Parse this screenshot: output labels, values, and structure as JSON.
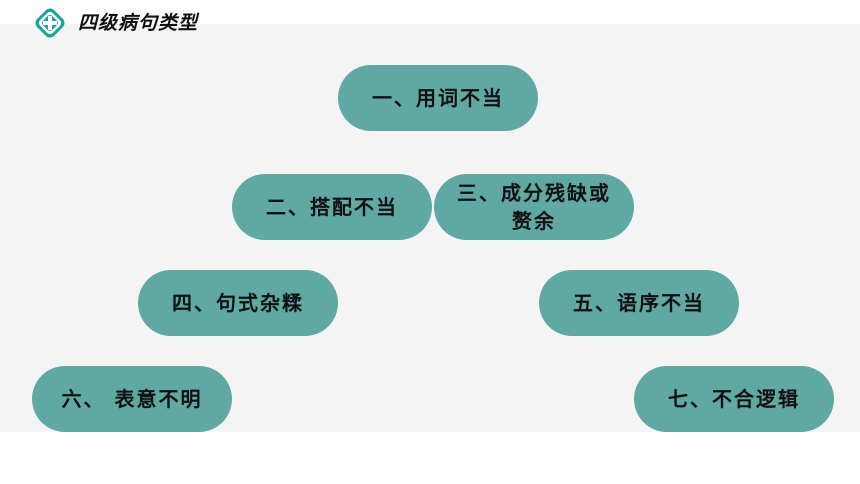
{
  "header": {
    "title": "四级病句类型",
    "logo_icon": "medical-cross-icon",
    "accent_color": "#1aa39b"
  },
  "categories": [
    {
      "label": "一、用词不当"
    },
    {
      "label": "二、搭配不当"
    },
    {
      "label": "三、成分残缺或赘余"
    },
    {
      "label": "四、句式杂糅"
    },
    {
      "label": "五、语序不当"
    },
    {
      "label": "六、 表意不明"
    },
    {
      "label": "七、不合逻辑"
    }
  ],
  "colors": {
    "pill": "#5fa8a4",
    "panel": "#f4f4f4"
  }
}
